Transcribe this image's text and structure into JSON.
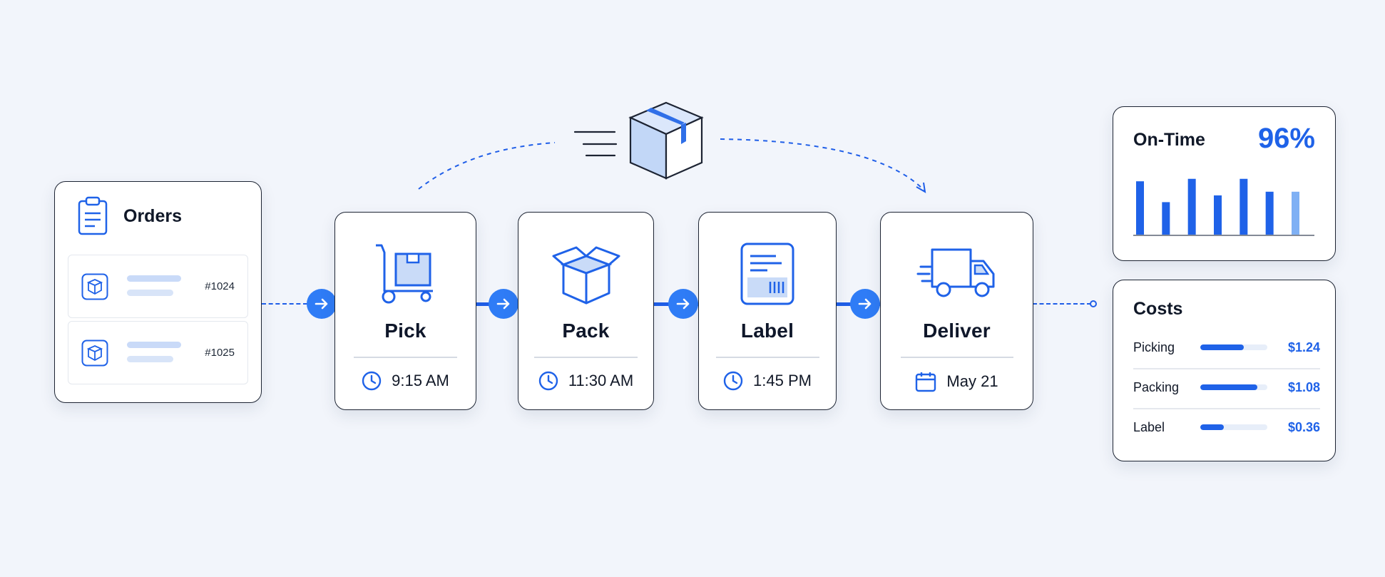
{
  "orders": {
    "title": "Orders",
    "items": [
      {
        "id": "#1024",
        "icon": "package-icon"
      },
      {
        "id": "#1025",
        "icon": "package-icon"
      }
    ]
  },
  "steps": [
    {
      "name": "Pick",
      "time": "9:15 AM",
      "icon": "hand-truck-icon",
      "time_icon": "clock-icon"
    },
    {
      "name": "Pack",
      "time": "11:30 AM",
      "icon": "open-box-icon",
      "time_icon": "clock-icon"
    },
    {
      "name": "Label",
      "time": "1:45 PM",
      "icon": "label-icon",
      "time_icon": "clock-icon"
    },
    {
      "name": "Deliver",
      "time": "May 21",
      "icon": "delivery-truck-icon",
      "time_icon": "calendar-icon"
    }
  ],
  "on_time": {
    "title": "On-Time",
    "value": "96%",
    "bars": [
      0.87,
      0.53,
      0.91,
      0.64,
      0.91,
      0.7,
      0.7
    ],
    "bar_color": "#1f62e8",
    "last_bar_color": "#7fb0f4"
  },
  "costs": {
    "title": "Costs",
    "rows": [
      {
        "label": "Picking",
        "value": "$1.24",
        "level": 0.65
      },
      {
        "label": "Packing",
        "value": "$1.08",
        "level": 0.85
      },
      {
        "label": "Label",
        "value": "$0.36",
        "level": 0.35
      }
    ]
  },
  "colors": {
    "accent": "#1f62e8",
    "arrow": "#2f7cf6",
    "light_fill": "#c9dbf8"
  }
}
